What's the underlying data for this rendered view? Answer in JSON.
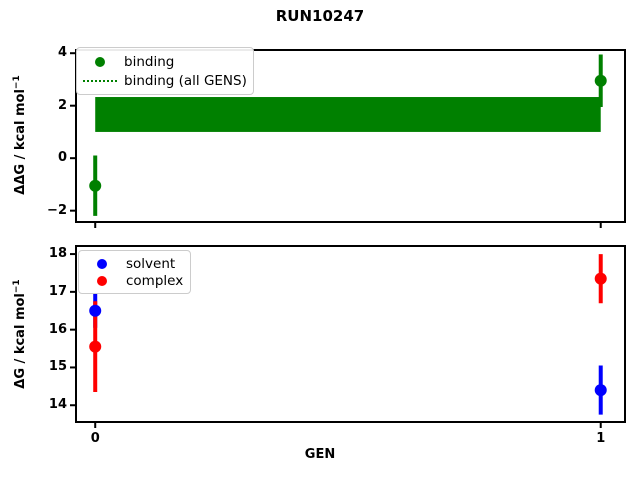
{
  "title": "RUN10247",
  "xlabel": "GEN",
  "ylabel_top": {
    "main": "ΔΔG / kcal mol",
    "sup": "−1"
  },
  "ylabel_bottom": {
    "main": "ΔG / kcal mol",
    "sup": "−1"
  },
  "colors": {
    "binding": "#008000",
    "solvent": "#0000ff",
    "complex": "#ff0000",
    "axes": "#000000",
    "legend_border": "#cccccc",
    "background": "#ffffff"
  },
  "chart_data": [
    {
      "type": "scatter",
      "panel": "top",
      "title": "RUN10247",
      "ylabel": "ΔΔG / kcal mol⁻¹",
      "xlabel": "",
      "grid": false,
      "legend_position": "upper left",
      "x": [
        0,
        1
      ],
      "xlim": [
        -0.04,
        1.05
      ],
      "ylim": [
        -2.47,
        4.16
      ],
      "yticks": [
        {
          "v": 4,
          "label": "4"
        },
        {
          "v": 2,
          "label": "2"
        },
        {
          "v": 0,
          "label": "0"
        },
        {
          "v": -2,
          "label": "−2"
        }
      ],
      "xticks": [
        {
          "v": 0,
          "label": ""
        },
        {
          "v": 1,
          "label": ""
        }
      ],
      "series": [
        {
          "name": "binding",
          "color": "#008000",
          "y": [
            -1.05,
            2.95
          ],
          "yerr": [
            1.15,
            1.0
          ]
        }
      ],
      "band": {
        "name": "binding (all GENS)",
        "color": "#008000",
        "x": [
          0,
          1
        ],
        "ylo": 1.0,
        "yhi": 2.33
      },
      "legend": [
        {
          "label": "binding",
          "handle": "dot",
          "color": "#008000"
        },
        {
          "label": "binding (all GENS)",
          "handle": "dotted-line",
          "color": "#008000"
        }
      ]
    },
    {
      "type": "scatter",
      "panel": "bottom",
      "title": "",
      "ylabel": "ΔG / kcal mol⁻¹",
      "xlabel": "GEN",
      "grid": false,
      "legend_position": "upper left",
      "x": [
        0,
        1
      ],
      "xlim": [
        -0.04,
        1.05
      ],
      "ylim": [
        13.53,
        18.24
      ],
      "yticks": [
        {
          "v": 18,
          "label": "18"
        },
        {
          "v": 17,
          "label": "17"
        },
        {
          "v": 16,
          "label": "16"
        },
        {
          "v": 15,
          "label": "15"
        },
        {
          "v": 14,
          "label": "14"
        }
      ],
      "xticks": [
        {
          "v": 0,
          "label": "0"
        },
        {
          "v": 1,
          "label": "1"
        }
      ],
      "series": [
        {
          "name": "solvent",
          "color": "#0000ff",
          "y": [
            16.5,
            14.4
          ],
          "yerr": [
            0.45,
            0.65
          ]
        },
        {
          "name": "complex",
          "color": "#ff0000",
          "y": [
            15.55,
            17.35
          ],
          "yerr": [
            1.2,
            0.65
          ]
        }
      ],
      "legend": [
        {
          "label": "solvent",
          "handle": "dot",
          "color": "#0000ff"
        },
        {
          "label": "complex",
          "handle": "dot",
          "color": "#ff0000"
        }
      ]
    }
  ]
}
